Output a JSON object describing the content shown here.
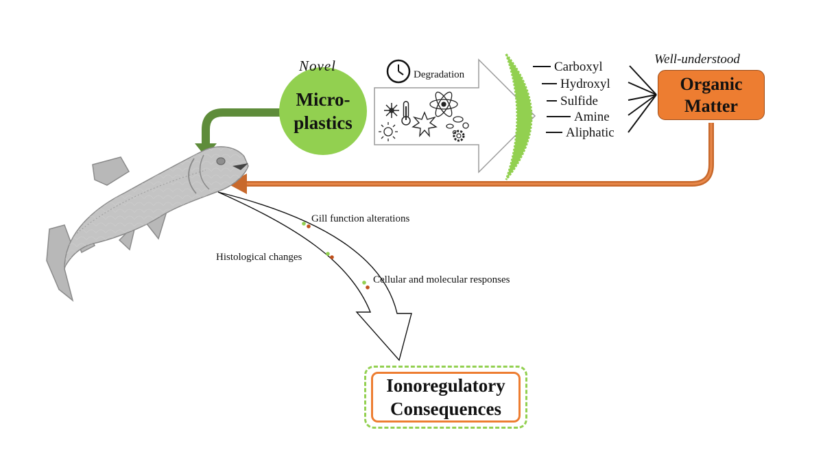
{
  "labels": {
    "novel": "Novel",
    "well_understood": "Well-understood",
    "degradation": "Degradation"
  },
  "microplastics": {
    "line1": "Micro-",
    "line2": "plastics"
  },
  "organic_matter": {
    "line1": "Organic",
    "line2": "Matter"
  },
  "functional_groups": [
    "Carboxyl",
    "Hydroxyl",
    "Sulfide",
    "Amine",
    "Aliphatic"
  ],
  "effects": [
    "Gill function  alterations",
    "Histological changes",
    "Cellular and molecular responses"
  ],
  "consequences": {
    "line1": "Ionoregulatory",
    "line2": "Consequences"
  },
  "colors": {
    "microplastic_green": "#92d050",
    "arrow_green": "#5e8c3a",
    "organic_orange": "#ed7d31",
    "arrow_orange": "#c8692c",
    "fish_gray": "#c4c4c4"
  },
  "icons": [
    "clock-icon",
    "snowflake-icon",
    "thermometer-icon",
    "atom-icon",
    "starburst-icon",
    "sun-icon",
    "microbe-icon",
    "gear-icon"
  ]
}
